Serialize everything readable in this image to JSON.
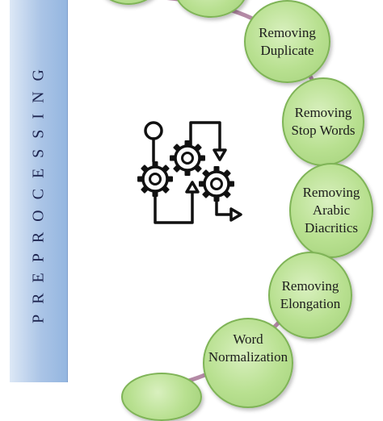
{
  "sidebar": {
    "label": "PREPROCESSING"
  },
  "steps": [
    {
      "label": ""
    },
    {
      "label": ""
    },
    {
      "label": "Removing\nDuplicate"
    },
    {
      "label": "Removing\nStop Words"
    },
    {
      "label": "Removing\nArabic\nDiacritics"
    },
    {
      "label": "Removing\nElongation"
    },
    {
      "label": "Word\nNormalization"
    },
    {
      "label": ""
    }
  ],
  "colors": {
    "sidebar": "#aac4e6",
    "circle_fill": "#b8e090",
    "circle_border": "#7fb457",
    "connector": "#b48aa6"
  },
  "icons": {
    "center": "gears-process-icon"
  }
}
